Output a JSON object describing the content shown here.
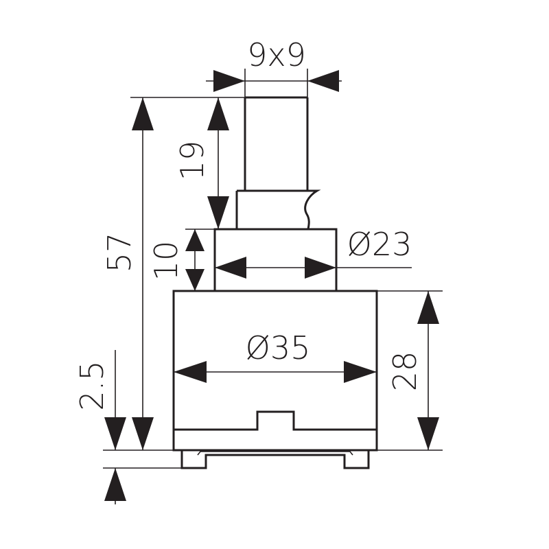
{
  "dimensions": {
    "stem_section": "9x9",
    "stem_height": "19",
    "total_height": "57",
    "collar_height": "10",
    "collar_diameter": "Ø23",
    "body_diameter": "Ø35",
    "body_height": "28",
    "foot_offset": "2.5"
  },
  "colors": {
    "line": "#231f20",
    "background": "#ffffff"
  }
}
